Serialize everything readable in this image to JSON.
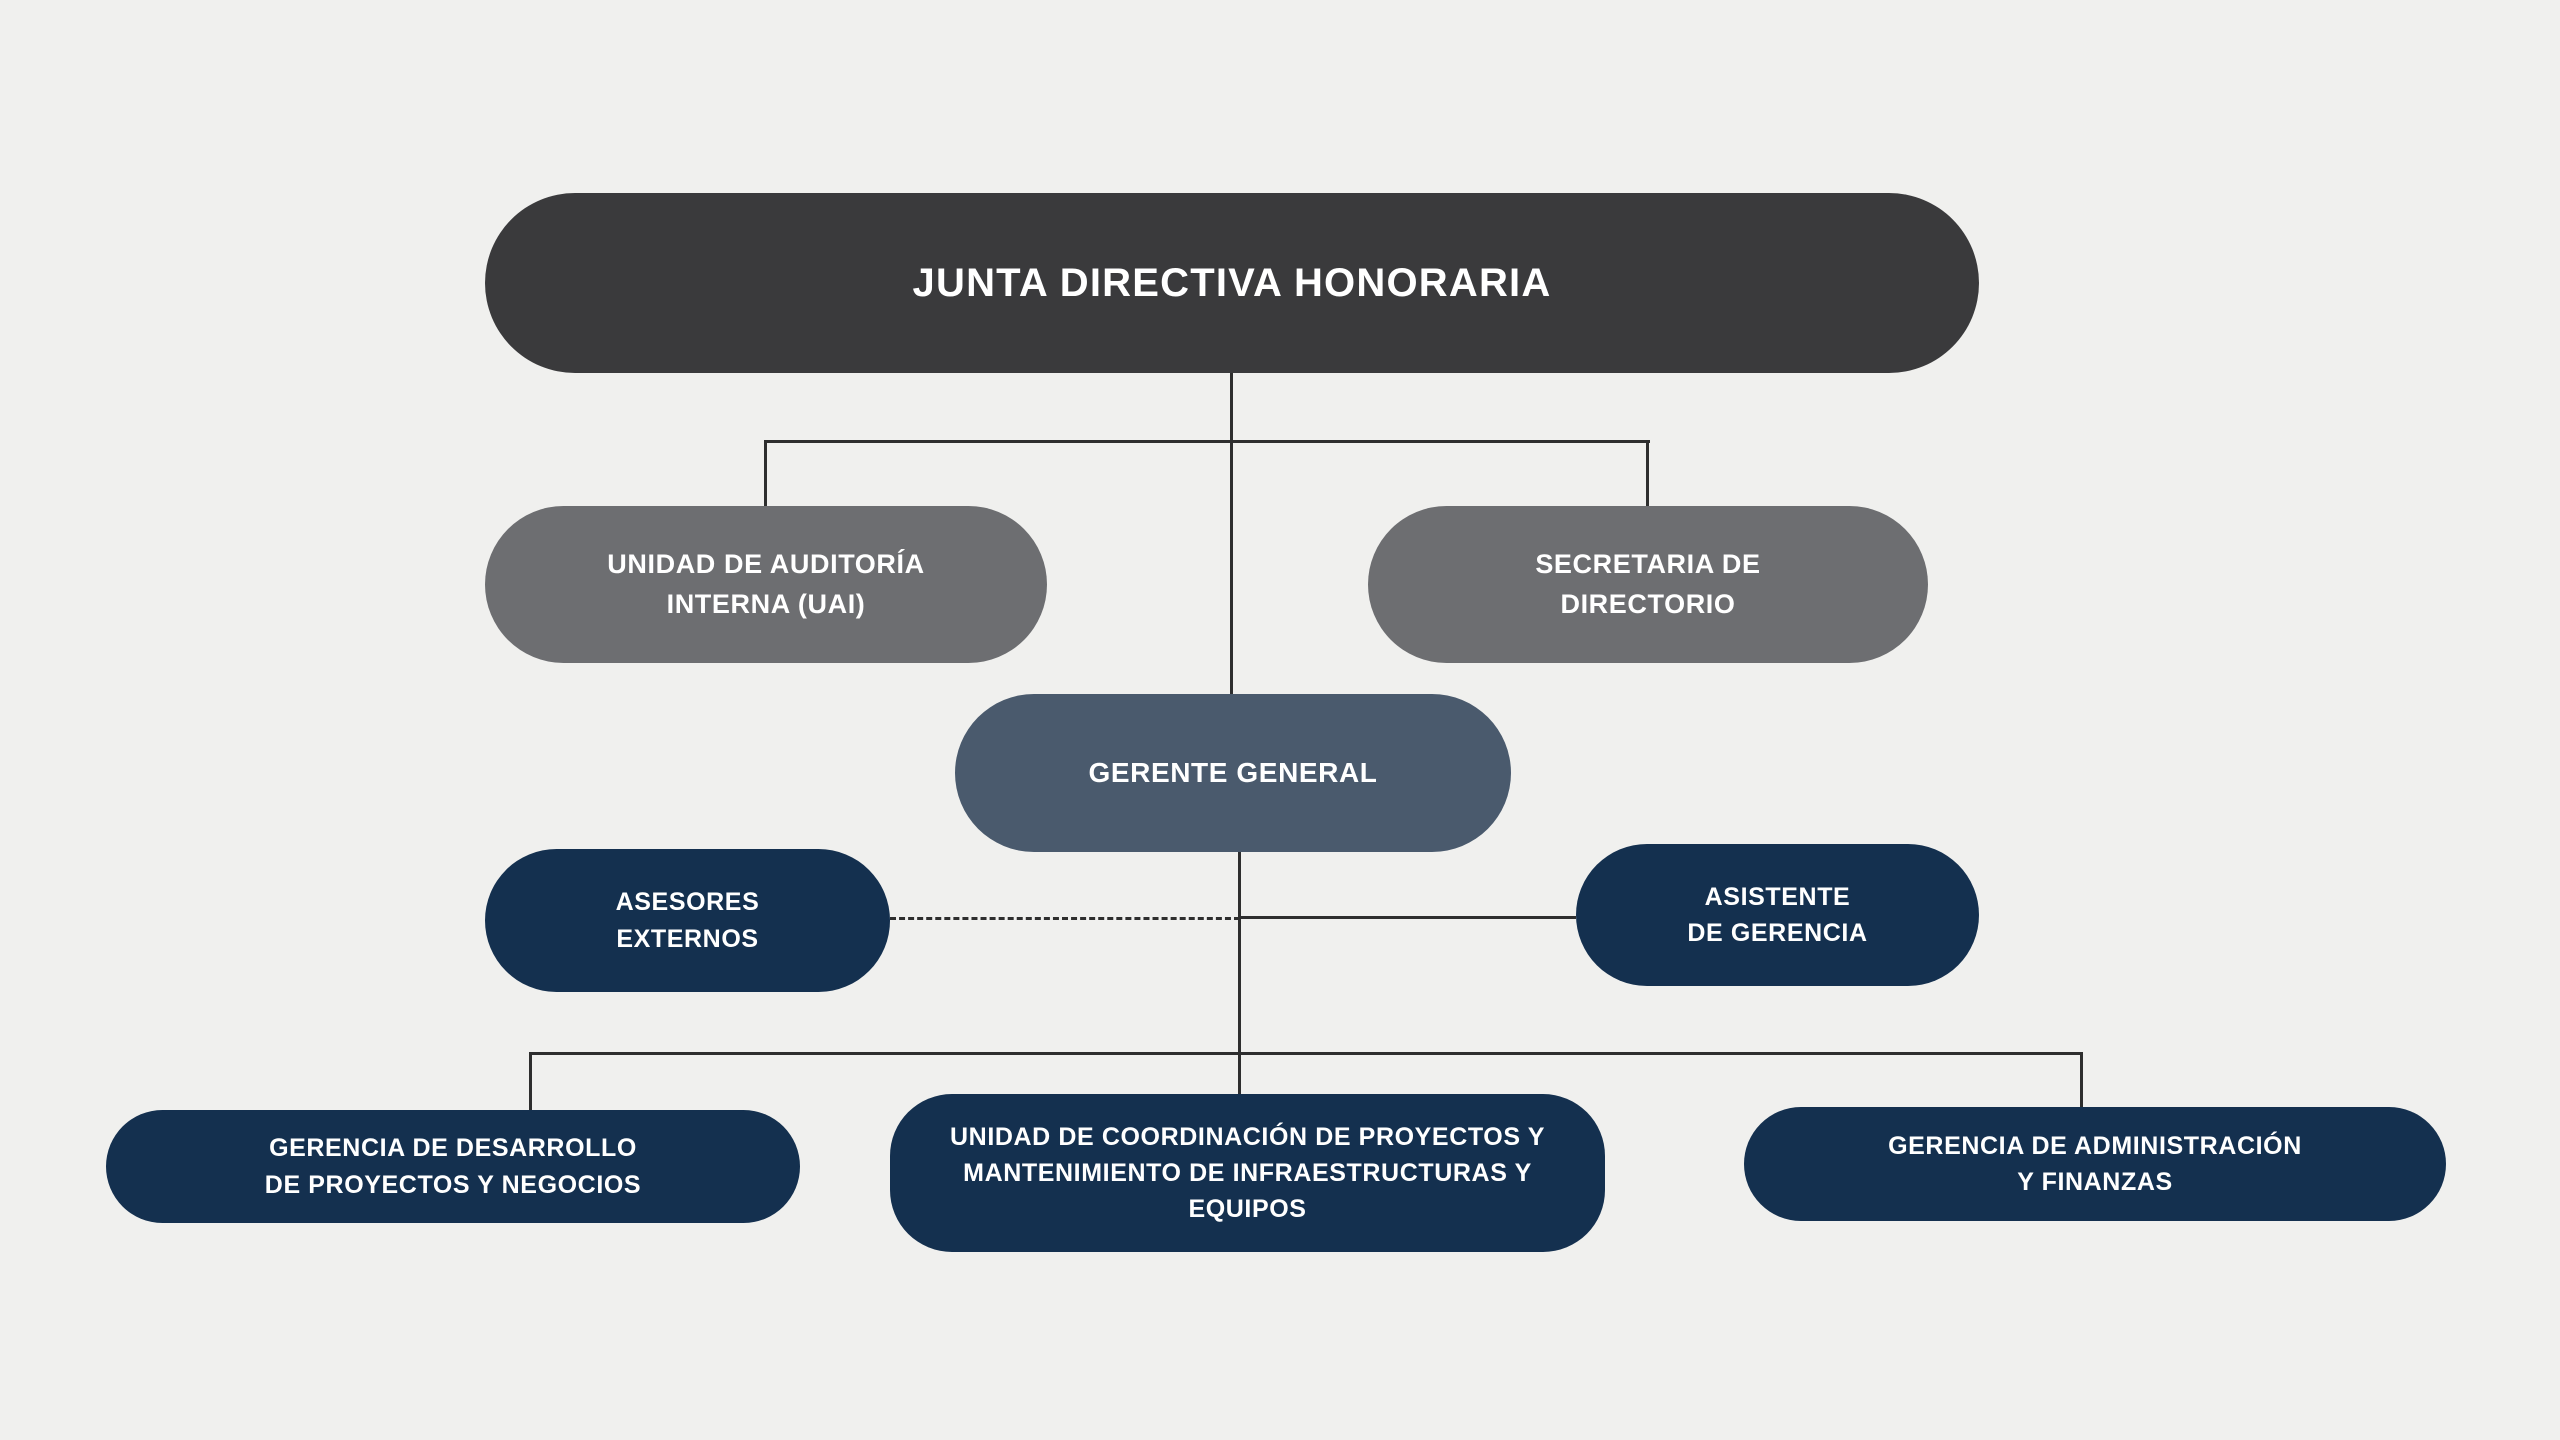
{
  "org_chart": {
    "type": "org-hierarchy",
    "palette": {
      "background": "#F0F0EE",
      "level1_charcoal": "#3A3A3C",
      "level2_gray": "#6D6E71",
      "level3_slate": "#4A5A6D",
      "navy": "#14304F",
      "connector": "#2E2E2E",
      "text": "#FFFFFF"
    },
    "nodes": {
      "junta": {
        "label": "JUNTA DIRECTIVA HONORARIA",
        "color": "#3A3A3C",
        "reports_to": null
      },
      "uai": {
        "label": "UNIDAD DE AUDITORÍA\nINTERNA (UAI)",
        "color": "#6D6E71",
        "reports_to": "junta"
      },
      "secretaria": {
        "label": "SECRETARIA DE\nDIRECTORIO",
        "color": "#6D6E71",
        "reports_to": "junta"
      },
      "gerente": {
        "label": "GERENTE GENERAL",
        "color": "#4A5A6D",
        "reports_to": "junta"
      },
      "asesores": {
        "label": "ASESORES\nEXTERNOS",
        "color": "#14304F",
        "reports_to": "gerente",
        "relation": "advisory-dashed"
      },
      "asistente": {
        "label": "ASISTENTE\nDE GERENCIA",
        "color": "#14304F",
        "reports_to": "gerente"
      },
      "desarrollo": {
        "label": "GERENCIA DE DESARROLLO\nDE PROYECTOS Y NEGOCIOS",
        "color": "#14304F",
        "reports_to": "gerente"
      },
      "coordinacion": {
        "label": "UNIDAD DE COORDINACIÓN DE PROYECTOS Y\nMANTENIMIENTO DE INFRAESTRUCTURAS Y\nEQUIPOS",
        "color": "#14304F",
        "reports_to": "gerente"
      },
      "administracion": {
        "label": "GERENCIA DE ADMINISTRACIÓN\nY FINANZAS",
        "color": "#14304F",
        "reports_to": "gerente"
      }
    }
  }
}
